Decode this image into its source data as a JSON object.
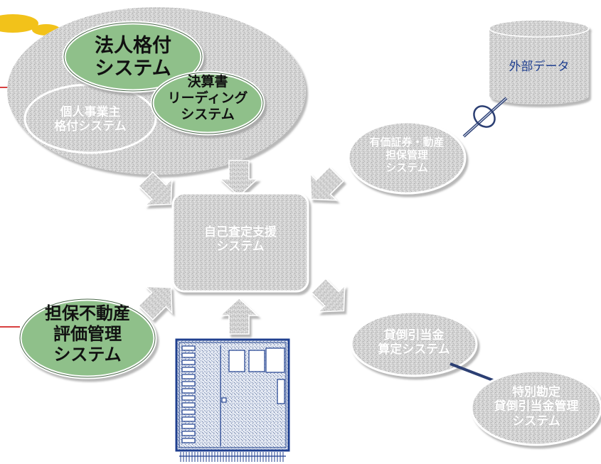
{
  "nodes": {
    "corporate_rating": [
      "法人格付",
      "システム"
    ],
    "sole_proprietor_rating": [
      "個人事業主",
      "格付システム"
    ],
    "financial_reading": [
      "決算書",
      "リーディング",
      "システム"
    ],
    "external_data": "外部データ",
    "securities_collateral": [
      "有価証券・動産",
      "担保管理",
      "システム"
    ],
    "self_assessment_support": [
      "自己査定支援",
      "システム"
    ],
    "collateral_realestate": [
      "担保不動産",
      "評価管理",
      "システム"
    ],
    "loan_loss_provision": [
      "貸倒引当金",
      "算定システム"
    ],
    "special_reserve": [
      "特別勘定",
      "貸倒引当金管理",
      "システム"
    ]
  },
  "colors": {
    "green_fill": "#8fc08a",
    "green_border": "#4a6a4a",
    "gray_fill": "#d9d9d9",
    "external_text": "#1f3f8f",
    "red_line": "#cc0000",
    "server_blue": "#1f3f8f",
    "cloud_yellow": "#f2c21a"
  },
  "icons": [
    "cloud-icon",
    "database-icon",
    "server-icon",
    "connector-icon"
  ]
}
